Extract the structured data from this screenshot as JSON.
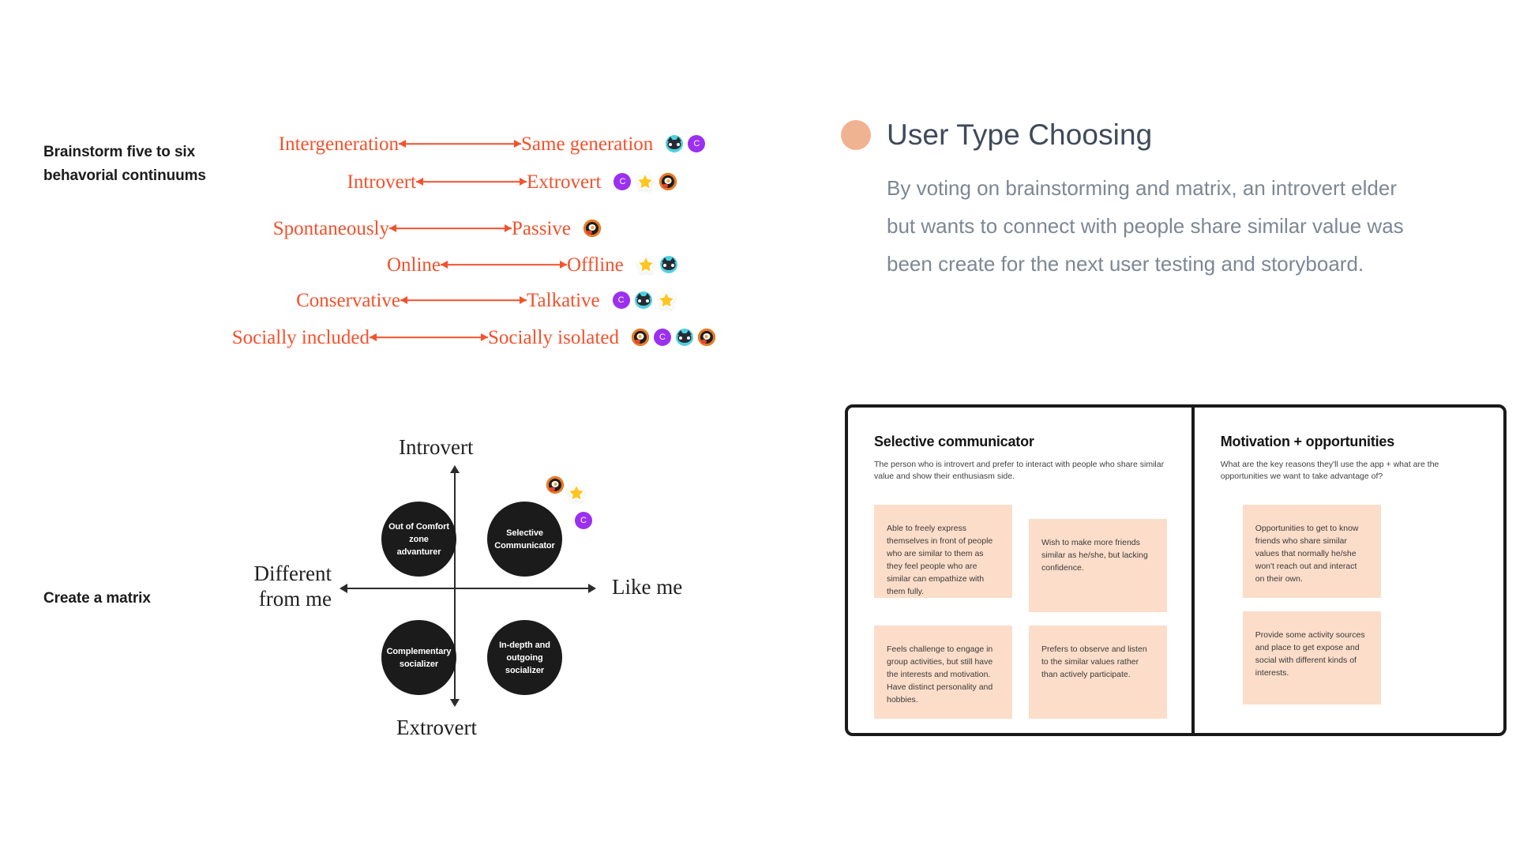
{
  "left": {
    "brainstorm_label": "Brainstorm five to six behavorial continuums",
    "matrix_label": "Create a matrix"
  },
  "continuums": {
    "accent_color": "#f4512c",
    "rows": [
      {
        "left": "Intergeneration",
        "right": "Same  generation",
        "votes": [
          "cat",
          "purple-c"
        ]
      },
      {
        "left": "Introvert",
        "right": "Extrovert",
        "votes": [
          "purple-c",
          "star",
          "egg"
        ]
      },
      {
        "left": "Spontaneously",
        "right": "Passive",
        "votes": [
          "egg"
        ]
      },
      {
        "left": "Online",
        "right": "Offline",
        "votes": [
          "star",
          "cat"
        ]
      },
      {
        "left": "Conservative",
        "right": "Talkative",
        "votes": [
          "purple-c",
          "cat",
          "star"
        ]
      },
      {
        "left": "Socially included",
        "right": "Socially isolated",
        "votes": [
          "egg",
          "purple-c",
          "cat",
          "egg"
        ]
      }
    ]
  },
  "matrix": {
    "axis_top": "Introvert",
    "axis_bottom": "Extrovert",
    "axis_left": "Different from me",
    "axis_right": "Like me",
    "bubbles": [
      {
        "id": "oocz",
        "label": "Out of Comfort zone advanturer"
      },
      {
        "id": "sc",
        "label": "Selective Communicator"
      },
      {
        "id": "cs",
        "label": "Complementary socializer"
      },
      {
        "id": "idos",
        "label": "In-depth and outgoing socializer"
      }
    ],
    "votes": [
      "egg",
      "star",
      "purple-c"
    ]
  },
  "header": {
    "dot_color": "#f0b391",
    "title": "User Type Choosing",
    "body": "By voting on brainstorming and matrix, an introvert elder but wants to connect with people share similar value was been create for the next user testing and storyboard."
  },
  "panel": {
    "note_color": "#fcddc9",
    "columns": [
      {
        "title": "Selective communicator",
        "subtitle": "The person who is introvert and prefer to interact with people who share similar value and show their enthusiasm side.",
        "notes_row1": [
          "Able to freely express themselves in front of people who are similar to them as they feel people who are similar can empathize with them fully.",
          "Wish to make more friends similar as he/she, but lacking confidence."
        ],
        "notes_row2": [
          "Feels challenge to engage in group activities, but still have the interests and motivation. Have distinct personality and hobbies.",
          "Prefers to observe and listen to the similar values  rather than actively participate."
        ]
      },
      {
        "title": "Motivation + opportunities",
        "subtitle": "What are the key reasons they'll use the app + what are the opportunities we want to take advantage of?",
        "notes_row1": [
          "Opportunities to get to know friends who share similar values that normally he/she won't reach out and interact on their own."
        ],
        "notes_row2": [
          "Provide some activity sources and place to get expose and social with different kinds of interests."
        ]
      }
    ]
  }
}
